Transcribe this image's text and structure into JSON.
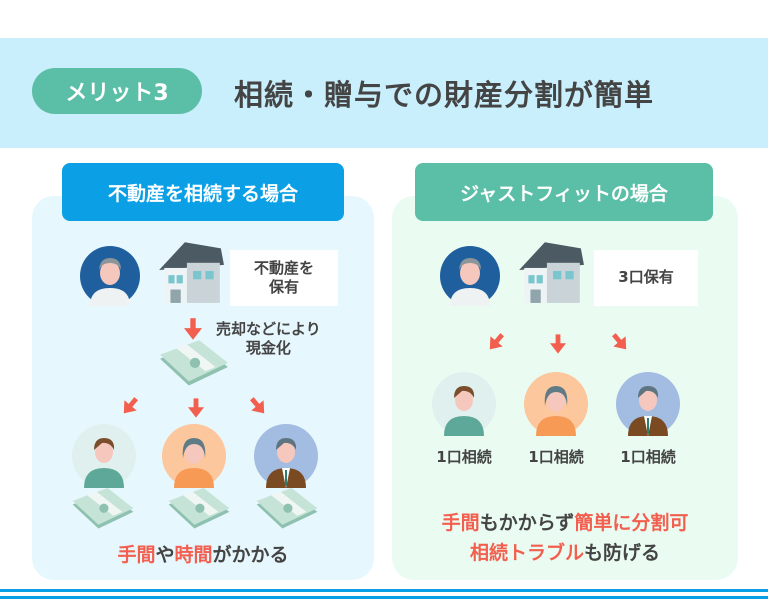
{
  "header": {
    "badge": "メリット3",
    "title": "相続・贈与での財産分割が簡単"
  },
  "left": {
    "heading": "不動産を相続する場合",
    "note_line1": "不動産を",
    "note_line2": "保有",
    "step_line1": "売却などにより",
    "step_line2": "現金化",
    "message": {
      "p1": "手間",
      "p2": "や",
      "p3": "時間",
      "p4": "がかかる"
    }
  },
  "right": {
    "heading": "ジャストフィットの場合",
    "note": "3口保有",
    "shares": [
      "1口相続",
      "1口相続",
      "1口相続"
    ],
    "message1": {
      "p1": "手間",
      "p2": "もかからず",
      "p3": "簡単に分割可"
    },
    "message2": {
      "p1": "相続トラブル",
      "p2": "も防げる"
    }
  },
  "colors": {
    "accent_blue": "#0ba0e6",
    "accent_green": "#5bbfa7",
    "highlight_red": "#f35f4f"
  }
}
